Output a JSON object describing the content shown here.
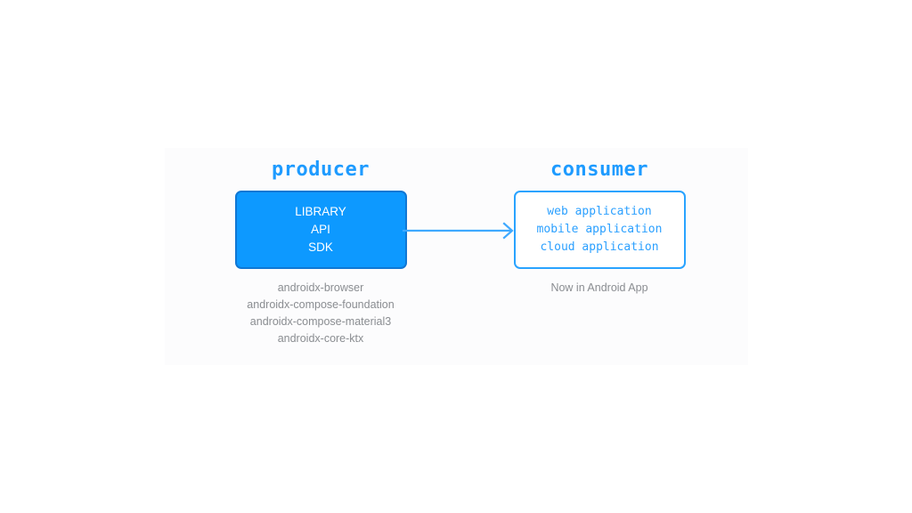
{
  "diagram": {
    "producer": {
      "role_label": "producer",
      "box_lines": [
        "LIBRARY",
        "API",
        "SDK"
      ],
      "captions": [
        "androidx-browser",
        "androidx-compose-foundation",
        "androidx-compose-material3",
        "androidx-core-ktx"
      ]
    },
    "consumer": {
      "role_label": "consumer",
      "box_lines": [
        "web application",
        "mobile application",
        "cloud application"
      ],
      "captions": [
        "Now in Android App"
      ]
    },
    "connector": {
      "icon": "arrow-right-icon",
      "direction": "producer-to-consumer"
    }
  },
  "colors": {
    "accent_blue": "#0D99FF",
    "label_blue": "#1E9BFF",
    "consumer_text_blue": "#2BA0FF",
    "consumer_border_blue": "#29A3FF",
    "producer_border_blue": "#1077D4",
    "caption_gray": "#8a8d91",
    "panel_background": "#fcfcfd",
    "canvas_background": "#ffffff"
  }
}
